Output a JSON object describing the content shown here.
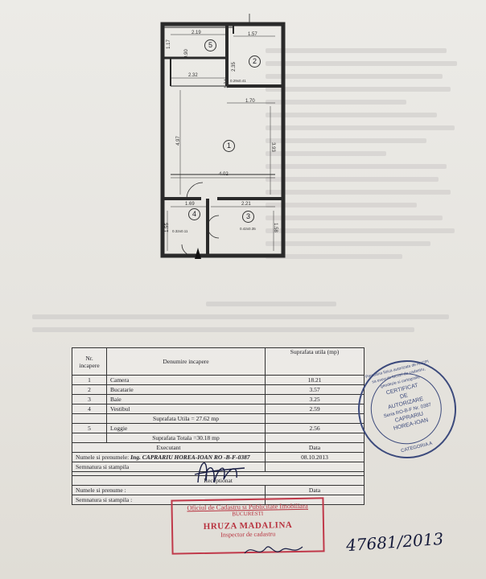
{
  "plan": {
    "dimensions": {
      "top_left_width": "2.19",
      "top_right_width": "1.57",
      "left_top_height": "1.17",
      "loggia_depth": "0.90",
      "kitchen_height": "2.35",
      "hall_upper_width": "2.32",
      "kitchen_side": "1.24",
      "kitchen_lower_width": "1.70",
      "room_left_height": "4.97",
      "room_right_height": "3.93",
      "room_width": "4.02",
      "vest_width": "1.69",
      "bath_width": "2.21",
      "vest_height": "1.55",
      "bath_height": "1.58"
    },
    "room_labels": [
      "1",
      "2",
      "3",
      "4",
      "5"
    ],
    "area_tags": {
      "kitchen": "0.29x0.41",
      "vestibul": "0.32x0.11",
      "baie": "0.42x0.35"
    }
  },
  "table": {
    "header": {
      "nr": "Nr. incapere",
      "name": "Denumire incapere",
      "area": "Suprafata utila (mp)"
    },
    "rows": [
      {
        "nr": "1",
        "name": "Camera",
        "area": "18.21"
      },
      {
        "nr": "2",
        "name": "Bucatarie",
        "area": "3.57"
      },
      {
        "nr": "3",
        "name": "Baie",
        "area": "3.25"
      },
      {
        "nr": "4",
        "name": "Vestibul",
        "area": "2.59"
      }
    ],
    "util_total": "Suprafata Utila = 27.62 mp",
    "loggia": {
      "nr": "5",
      "name": "Loggie",
      "area": "2.56"
    },
    "total": "Suprafata Totala =30.18 mp",
    "executant": "Executant",
    "data_label": "Data",
    "name_label": "Numele si prenumele:",
    "name_value": "Ing. CAPRARIU HOREA-IOAN RO -B-F-0387",
    "date_value": "08.10.2013",
    "sign_label": "Semnatura si stampila",
    "receptionat": "Receptionat",
    "name_label2": "Numele si prenume :",
    "data_label2": "Data",
    "sign_label2": "Semnatura si stampila :"
  },
  "stamp_round": {
    "ring": "Persoana fizica autorizata de ANCPI sa execute lucrari de cadastru, geodezie si cartografie",
    "line1": "CERTIFICAT",
    "line2": "DE",
    "line3": "AUTORIZARE",
    "line4": "Seria RO-B-F Nr. 0387",
    "line5": "CAPRARIU",
    "line6": "HOREA-IOAN",
    "category": "CATEGORIA A"
  },
  "stamp_rect": {
    "office": "Oficiul de Cadastru si Publicitate Imobiliara",
    "city": "BUCURESTI",
    "name": "HRUZA MADALINA",
    "title": "Inspector de cadastru"
  },
  "handwritten_number": "47681/2013",
  "colors": {
    "ink": "#1e1e24",
    "stamp_blue": "#3c4a7c",
    "stamp_red": "#c0394a"
  }
}
